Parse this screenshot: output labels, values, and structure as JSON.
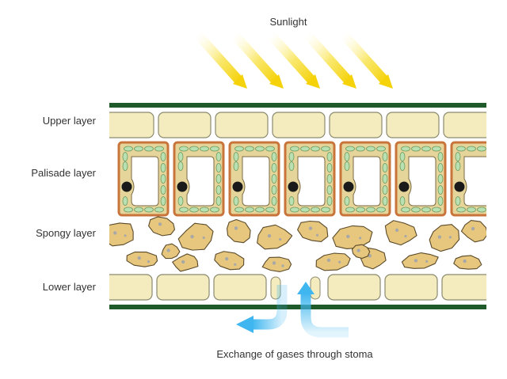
{
  "title": "Sunlight",
  "labels": {
    "upper": "Upper layer",
    "palisade": "Palisade layer",
    "spongy": "Spongy layer",
    "lower": "Lower layer"
  },
  "caption": "Exchange of gases through stoma",
  "icons": {
    "sunlight": "sunlight-arrows-icon",
    "gas_exchange": "gas-exchange-arrows-icon"
  },
  "colors": {
    "cuticle": "#1f5a2a",
    "epidermis_fill": "#f4ecbe",
    "epidermis_stroke": "#8a8a70",
    "palisade_wall": "#c8743a",
    "palisade_fill": "#e6d59a",
    "chloroplast": "#b8e0b0",
    "nucleus": "#1a1a1a",
    "spongy_fill": "#e7c77e",
    "spongy_spot": "#a8a8a8",
    "sun_ray": "#f5d20a",
    "gas_arrow": "#3fb6ef"
  }
}
